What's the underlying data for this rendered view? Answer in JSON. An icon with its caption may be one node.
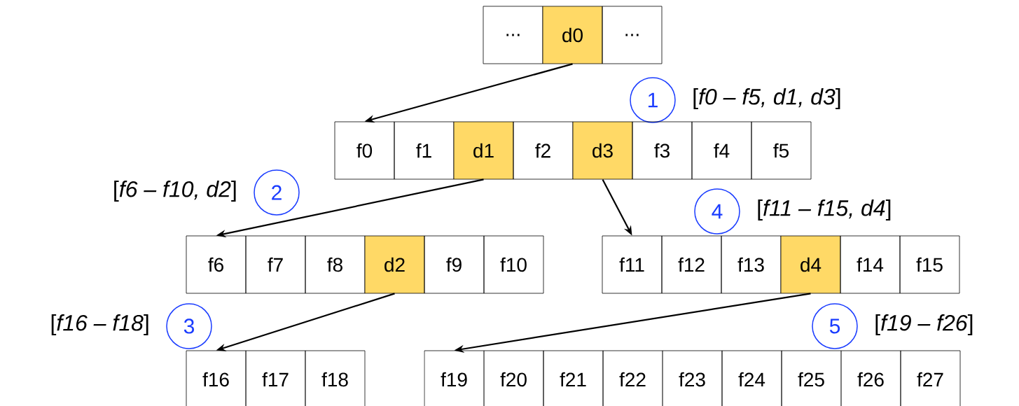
{
  "diagram": {
    "nodes": [
      {
        "text": [
          "..."
        ]
      },
      {
        "text": [
          "d0"
        ]
      },
      {
        "text": [
          "..."
        ]
      },
      {
        "text": [
          "1"
        ],
        "beside": [
          "[*f0 – f5, d1, d3*]"
        ]
      },
      {
        "text": [
          "f0"
        ]
      },
      {
        "text": [
          "f1"
        ]
      },
      {
        "text": [
          "d1"
        ]
      },
      {
        "text": [
          "f2"
        ]
      },
      {
        "text": [
          "d3"
        ]
      },
      {
        "text": [
          "f3"
        ]
      },
      {
        "text": [
          "f4"
        ]
      },
      {
        "text": [
          "f5"
        ]
      },
      {
        "text": [
          "2"
        ],
        "beside": [
          "[*f6 – f10, d2*]"
        ]
      },
      {
        "text": [
          "4"
        ],
        "beside": [
          "[*f11 – f15, d4*]"
        ]
      },
      {
        "text": [
          "f6"
        ]
      },
      {
        "text": [
          "f7"
        ]
      },
      {
        "text": [
          "f8"
        ]
      },
      {
        "text": [
          "d2"
        ]
      },
      {
        "text": [
          "f9"
        ]
      },
      {
        "text": [
          "f10"
        ]
      },
      {
        "text": [
          "f11"
        ]
      },
      {
        "text": [
          "f12"
        ]
      },
      {
        "text": [
          "f13"
        ]
      },
      {
        "text": [
          "d4"
        ]
      },
      {
        "text": [
          "f14"
        ]
      },
      {
        "text": [
          "f15"
        ]
      },
      {
        "text": [
          "3"
        ],
        "beside": [
          "[*f16 – f18*]"
        ]
      },
      {
        "text": [
          "5"
        ],
        "beside": [
          "[*f19 – f26*]"
        ]
      },
      {
        "text": [
          "f16"
        ]
      },
      {
        "text": [
          "f17"
        ]
      },
      {
        "text": [
          "f18"
        ]
      },
      {
        "text": [
          "f19"
        ]
      },
      {
        "text": [
          "f20"
        ]
      },
      {
        "text": [
          "f21"
        ]
      },
      {
        "text": [
          "f22"
        ]
      },
      {
        "text": [
          "f23"
        ]
      },
      {
        "text": [
          "f24"
        ]
      },
      {
        "text": [
          "f25"
        ]
      },
      {
        "text": [
          "f26"
        ]
      },
      {
        "text": [
          "f27"
        ]
      }
    ],
    "edges": [
      {
        "from": 1,
        "to": 4,
        "arrow": "to"
      },
      {
        "from": 6,
        "to": 14,
        "arrow": "to"
      },
      {
        "from": 8,
        "to": 20,
        "arrow": "to"
      },
      {
        "from": 17,
        "to": 28,
        "arrow": "to"
      },
      {
        "from": 23,
        "to": 31,
        "arrow": "to"
      }
    ]
  }
}
